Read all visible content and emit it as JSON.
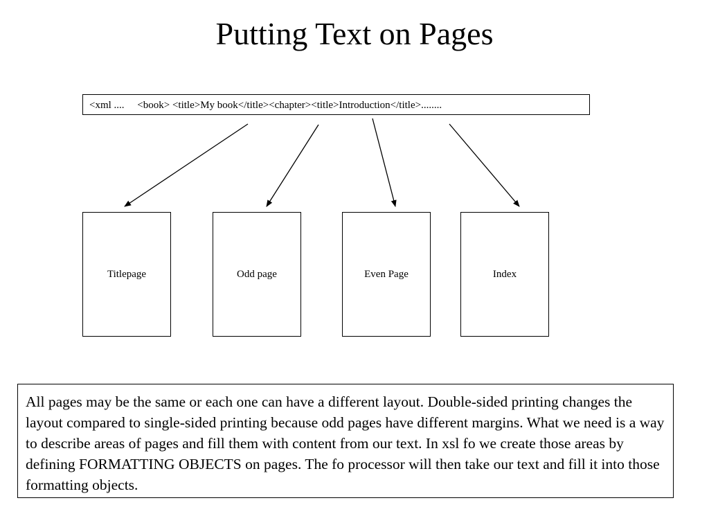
{
  "slide": {
    "title": "Putting Text on Pages"
  },
  "xml_source": {
    "text": "<xml ....     <book> <title>My book</title><chapter><title>Introduction</title>........"
  },
  "pages": [
    {
      "label": "Titlepage"
    },
    {
      "label": "Odd page"
    },
    {
      "label": "Even Page"
    },
    {
      "label": "Index"
    }
  ],
  "explanation": {
    "text": "All pages may be the same or each one can have a different layout. Double-sided printing changes the layout compared to single-sided printing because odd pages have different margins. What we need is a way to describe areas of pages and fill them with content from our text. In xsl fo we create those areas by defining FORMATTING OBJECTS on pages. The fo processor will then take our text and fill it into those formatting objects."
  }
}
